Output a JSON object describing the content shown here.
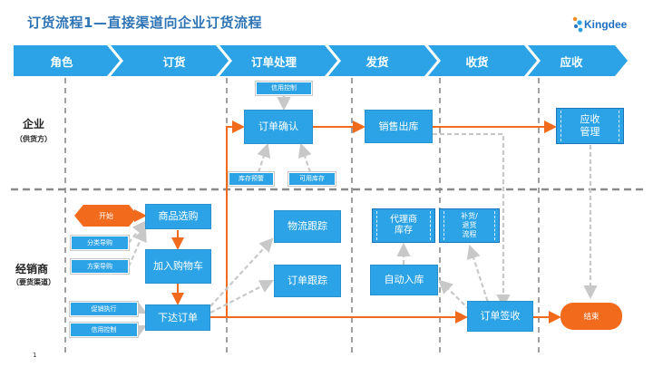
{
  "title": "订货流程1—直接渠道向企业订货流程",
  "logo_text": "Kingdee",
  "stages": [
    "角色",
    "订货",
    "订单处理",
    "发货",
    "收货",
    "应收"
  ],
  "roles": {
    "enterprise": {
      "name": "企业",
      "sub": "（供货方）"
    },
    "dealer": {
      "name": "经销商",
      "sub": "（要货渠道）"
    }
  },
  "nodes": {
    "start": "开始",
    "browse": "商品选购",
    "category_guide": "分类导购",
    "scheme_guide": "方案导购",
    "add_cart": "加入购物车",
    "promo": "促销执行",
    "credit_dealer": "信用控制",
    "place_order": "下达订单",
    "credit_top": "信用控制",
    "confirm_order": "订单确认",
    "stock_warning": "库存预警",
    "available_stock": "可用库存",
    "logistics": "物流跟踪",
    "order_track": "订单跟踪",
    "sales_out": "销售出库",
    "agent_stock": "代理商\n库存",
    "auto_in": "自动入库",
    "replenish": "补货/\n退货\n流程",
    "order_sign": "订单签收",
    "ar_mgmt": "应收\n管理",
    "end": "结束"
  },
  "page_number": "1",
  "colors": {
    "primary_blue": "#2ba3e6",
    "orange": "#f26b1d",
    "header_blue": "#2e74b5"
  }
}
